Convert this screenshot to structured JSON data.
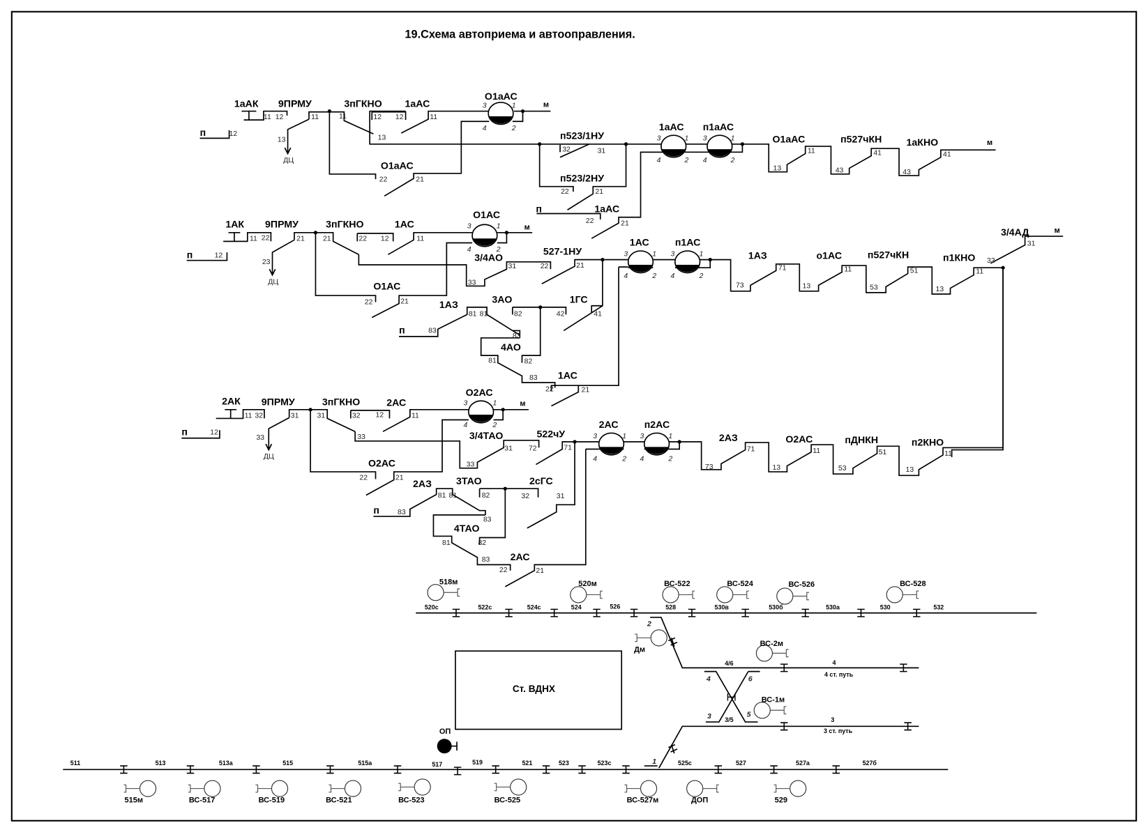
{
  "title": "19.Схема автоприема и автооправления.",
  "circuit_1a": {
    "labels": {
      "ak": "1аАК",
      "prmu": "9ПРМУ",
      "gkno": "3пГКНО",
      "as1": "1аАС",
      "o_as_relay": "О1аАС",
      "o_as_lower": "О1аАС",
      "nu1": "п523/1НУ",
      "nu2": "п523/2НУ",
      "as_lower": "1аАС",
      "relay1": "1аАС",
      "relay2": "п1аАС",
      "s1": "О1аАС",
      "s2": "п527чКН",
      "s3": "1аКНО",
      "m": "м",
      "p": "п",
      "p2": "п",
      "dc": "ДЦ"
    },
    "contacts": {
      "ak_a": "11",
      "ak_b": "12",
      "prmu": "11",
      "prmu_down": "13",
      "gkno_a": "11",
      "gkno_b": "13",
      "gkno_c": "12",
      "gkno_d": "12",
      "as1": "11",
      "o22": "22",
      "o21": "21",
      "p12": "12",
      "nu1_32": "32",
      "nu1_31": "31",
      "nu2_22": "22",
      "nu2_21": "21",
      "as_l22": "22",
      "as_l21": "21",
      "s1a": "13",
      "s1b": "11",
      "s2a": "43",
      "s2b": "41",
      "s3a": "43",
      "s3b": "41"
    }
  },
  "circuit_1": {
    "labels": {
      "ak": "1АК",
      "prmu": "9ПРМУ",
      "gkno": "3пГКНО",
      "as1": "1АС",
      "o_as_relay": "О1АС",
      "ao34": "3/4АО",
      "nu": "527-1НУ",
      "o_as_lower": "О1АС",
      "az": "1АЗ",
      "ao3": "3АО",
      "gs": "1ГС",
      "ao4": "4АО",
      "as_lower": "1АС",
      "relay1": "1АС",
      "relay2": "п1АС",
      "s1": "1АЗ",
      "s2": "о1АС",
      "s3": "п527чКН",
      "s4": "п1КНО",
      "ad": "3/4АД",
      "m": "м",
      "m2": "м",
      "p": "п",
      "p2": "п",
      "dc": "ДЦ"
    },
    "contacts": {
      "ak_a": "11",
      "ak_b": "22",
      "prmu": "21",
      "prmu_down": "23",
      "gkno_a": "21",
      "gkno_c": "22",
      "gkno_d": "12",
      "as1": "11",
      "p12": "12",
      "ao34_31": "31",
      "ao34_22": "22",
      "ao34_33": "33",
      "nu_21": "21",
      "o22": "22",
      "o21": "21",
      "az_81": "81",
      "az_83": "83",
      "ao3_81": "81",
      "ao3_83": "83",
      "ao3_82": "82",
      "ao3_42": "42",
      "gs_41": "41",
      "ao4_81": "81",
      "ao4_82": "82",
      "ao4_83": "83",
      "as_l22": "22",
      "as_l21": "21",
      "s1a": "73",
      "s1b": "71",
      "s2a": "13",
      "s2b": "11",
      "s3a": "53",
      "s3b": "51",
      "s4a": "13",
      "s4b": "11",
      "ad_33": "33",
      "ad_31": "31"
    }
  },
  "circuit_2": {
    "labels": {
      "ak": "2АК",
      "prmu": "9ПРМУ",
      "gkno": "3пГКНО",
      "as1": "2АС",
      "o_as_relay": "О2АС",
      "tao34": "3/4ТАО",
      "chu": "522чУ",
      "o_as_lower": "О2АС",
      "az": "2АЗ",
      "tao3": "3ТАО",
      "gs": "2сГС",
      "tao4": "4ТАО",
      "as_lower": "2АС",
      "relay1": "2АС",
      "relay2": "п2АС",
      "s1": "2АЗ",
      "s2": "О2АС",
      "s3": "пДНКН",
      "s4": "п2КНО",
      "m": "м",
      "p": "п",
      "p2": "п",
      "dc": "ДЦ"
    },
    "contacts": {
      "ak_a": "11",
      "ak_b": "32",
      "prmu": "31",
      "prmu_down": "33",
      "gkno_a": "31",
      "gkno_b": "33",
      "gkno_c": "32",
      "gkno_d": "12",
      "as1": "11",
      "p12": "12",
      "tao34_31": "31",
      "tao34_72": "72",
      "tao34_33": "33",
      "chu_71": "71",
      "o22": "22",
      "o21": "21",
      "az_81": "81",
      "az_83": "83",
      "tao3_81": "81",
      "tao3_83": "83",
      "tao3_82": "82",
      "tao3_32": "32",
      "gs_31": "31",
      "tao4_81": "81",
      "tao4_82": "82",
      "tao4_83": "83",
      "as_l22": "22",
      "as_l21": "21",
      "s1a": "73",
      "s1b": "71",
      "s2a": "13",
      "s2b": "11",
      "s3a": "53",
      "s3b": "51",
      "s4a": "13",
      "s4b": "11"
    }
  },
  "relay_terminals": {
    "t1": "1",
    "t2": "2",
    "t3": "3",
    "t4": "4"
  },
  "track_plan": {
    "upper_signals": [
      "518м",
      "520м",
      "ВС-522",
      "ВС-524",
      "ВС-526",
      "ВС-528"
    ],
    "upper_sections": [
      "520с",
      "522с",
      "524с",
      "524",
      "526",
      "528",
      "530в",
      "530б",
      "530а",
      "530",
      "532"
    ],
    "dm_signal": "Дм",
    "switch_2": "2",
    "switch_1": "1",
    "crossover_labels": [
      "4",
      "6",
      "3",
      "5"
    ],
    "sections_46": "4/6",
    "sections_35": "3/5",
    "track_4": "4",
    "track_4_name": "4 ст. путь",
    "track_3": "3",
    "track_3_name": "3 ст. путь",
    "vs_2m": "ВС-2м",
    "vs_1m": "ВС-1м",
    "station": "Ст. ВДНХ",
    "op": "ОП",
    "lower_sections": [
      "511",
      "513",
      "513а",
      "515",
      "515а",
      "517",
      "519",
      "521",
      "523",
      "523с",
      "525с",
      "527",
      "527а",
      "527б"
    ],
    "lower_signals": [
      "515м",
      "ВС-517",
      "ВС-519",
      "ВС-521",
      "ВС-523",
      "ВС-525",
      "ВС-527м",
      "ДОП",
      "529"
    ]
  }
}
